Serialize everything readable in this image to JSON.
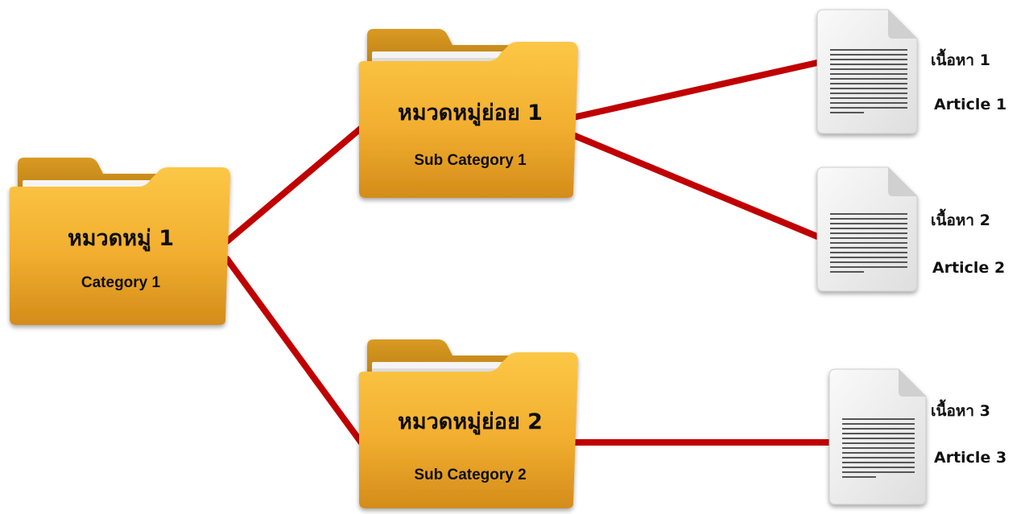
{
  "colors": {
    "connector": "#c00000",
    "folder_front_top": "#fbc342",
    "folder_front_bottom": "#d8901a",
    "folder_back": "#c68a1c",
    "paper": "#f3f3f3",
    "doc_page": "#ececec"
  },
  "nodes": {
    "category_1": {
      "title_th": "หมวดหมู่ 1",
      "title_en": "Category 1",
      "icon": "folder-icon"
    },
    "sub_category_1": {
      "title_th": "หมวดหมู่ย่อย 1",
      "title_en": "Sub Category 1",
      "icon": "folder-icon"
    },
    "sub_category_2": {
      "title_th": "หมวดหมู่ย่อย 2",
      "title_en": "Sub Category 2",
      "icon": "folder-icon"
    },
    "article_1": {
      "title_th": "เนื้อหา 1",
      "title_en": "Article 1",
      "icon": "document-icon"
    },
    "article_2": {
      "title_th": "เนื้อหา 2",
      "title_en": "Article 2",
      "icon": "document-icon"
    },
    "article_3": {
      "title_th": "เนื้อหา 3",
      "title_en": "Article 3",
      "icon": "document-icon"
    }
  },
  "edges": [
    {
      "from": "category_1",
      "to": "sub_category_1"
    },
    {
      "from": "category_1",
      "to": "sub_category_2"
    },
    {
      "from": "sub_category_1",
      "to": "article_1"
    },
    {
      "from": "sub_category_1",
      "to": "article_2"
    },
    {
      "from": "sub_category_2",
      "to": "article_3"
    }
  ]
}
